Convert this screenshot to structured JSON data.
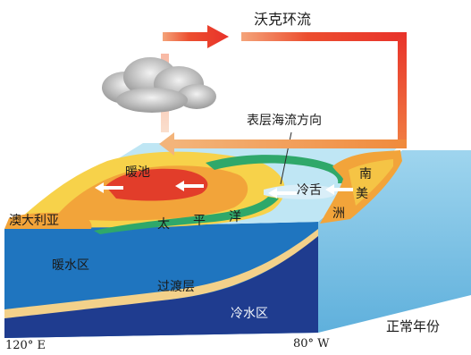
{
  "diagram": {
    "walker_circulation": "沃克环流",
    "surface_current_direction": "表层海流方向",
    "warm_pool": "暖池",
    "cold_tongue": "冷舌",
    "australia": "澳大利亚",
    "south_america_chars": [
      "南",
      "美",
      "洲"
    ],
    "pacific_chars": [
      "太",
      "平",
      "洋"
    ],
    "warm_water_zone": "暖水区",
    "transition_layer": "过渡层",
    "cold_water_zone": "冷水区",
    "normal_year": "正常年份",
    "lon_west": "120° E",
    "lon_east": "80° W"
  },
  "colors": {
    "ocean_front": "#1f75bf",
    "cold_water": "#1f3c8f",
    "thermocline": "#f3d18a",
    "ocean_right_face": "#7ec4e6",
    "sea_surface": "#bfe6f4",
    "land_orange": "#f2a43a",
    "land_yellow": "#f7d24a",
    "warm_pool_red": "#e23d2a",
    "current_green": "#2fa86a",
    "walker_arrow": "#e8322a"
  },
  "icons": [
    "cloud-icon"
  ]
}
